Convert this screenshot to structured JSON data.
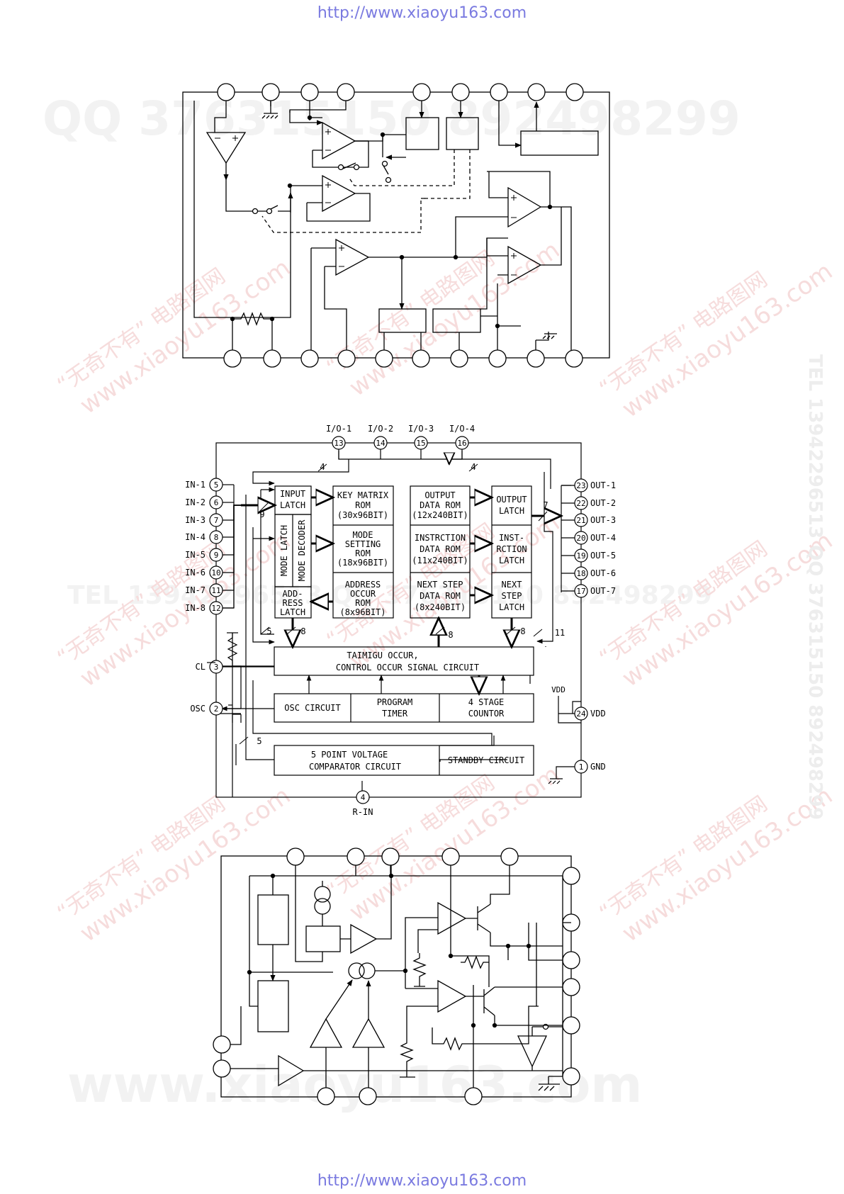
{
  "header": {
    "url": "http://www.xiaoyu163.com"
  },
  "footer": {
    "url": "http://www.xiaoyu163.com"
  },
  "watermarks": {
    "qq_top": "QQ 376315150  892498299",
    "tel_mid": "TEL 13942296513  QQ 376315150  892498299",
    "site_bottom": "www.xiaoyu163.com",
    "red_cn": "“无奇不有” 电路图网",
    "red_url": "www.xiaoyu163.com",
    "side_right": "TEL 13942296513  QQ 376315150  892498299"
  },
  "diagram2": {
    "io": [
      "I/O-1",
      "I/O-2",
      "I/O-3",
      "I/O-4"
    ],
    "io_pins": [
      "13",
      "14",
      "15",
      "16"
    ],
    "inputs": [
      "IN-1",
      "IN-2",
      "IN-3",
      "IN-4",
      "IN-5",
      "IN-6",
      "IN-7",
      "IN-8"
    ],
    "input_pins": [
      "5",
      "6",
      "7",
      "8",
      "9",
      "10",
      "11",
      "12"
    ],
    "outputs": [
      "OUT-1",
      "OUT-2",
      "OUT-3",
      "OUT-4",
      "OUT-5",
      "OUT-6",
      "OUT-7"
    ],
    "output_pins": [
      "23",
      "22",
      "21",
      "20",
      "19",
      "18",
      "17"
    ],
    "cl": {
      "label": "CL",
      "pin": "3"
    },
    "osc": {
      "label": "OSC",
      "pin": "2"
    },
    "vdd": {
      "label": "VDD",
      "pin": "24",
      "supply": "VDD"
    },
    "gnd": {
      "label": "GND",
      "pin": "1"
    },
    "rin": {
      "label": "R-IN",
      "pin": "4"
    },
    "bus": {
      "n4a": "4",
      "n4b": "4",
      "n9": "9",
      "n7": "7",
      "n5a": "5",
      "n8a": "8",
      "n8b": "8",
      "n8c": "8",
      "n11": "11",
      "n5b": "5"
    },
    "blocks": {
      "input_latch": [
        "INPUT",
        "LATCH"
      ],
      "mode_latch": "MODE LATCH",
      "mode_decoder": "MODE DECODER",
      "address_latch": [
        "ADD-",
        "RESS",
        "LATCH"
      ],
      "key_matrix": [
        "KEY MATRIX",
        "ROM",
        "(30x96BIT)"
      ],
      "mode_setting": [
        "MODE",
        "SETTING",
        "ROM",
        "(18x96BIT)"
      ],
      "address_occur": [
        "ADDRESS",
        "OCCUR",
        "ROM",
        "(8x96BIT)"
      ],
      "output_data": [
        "OUTPUT",
        "DATA ROM",
        "(12x240BIT)"
      ],
      "instruction_data": [
        "INSTRCTION",
        "DATA ROM",
        "(11x240BIT)"
      ],
      "next_step_data": [
        "NEXT STEP",
        "DATA ROM",
        "(8x240BIT)"
      ],
      "output_latch": [
        "OUTPUT",
        "LATCH"
      ],
      "instruction_latch": [
        "INST-",
        "RCTION",
        "LATCH"
      ],
      "next_step_latch": [
        "NEXT",
        "STEP",
        "LATCH"
      ],
      "timing": [
        "TAIMIGU OCCUR,",
        "CONTROL OCCUR SIGNAL CIRCUIT"
      ],
      "osc_circuit": "OSC CIRCUIT",
      "program_timer": [
        "PROGRAM",
        "TIMER"
      ],
      "counter": [
        "4 STAGE",
        "COUNTOR"
      ],
      "comparator": [
        "5 POINT VOLTAGE",
        "COMPARATOR CIRCUIT"
      ],
      "standby": "STANDBY CIRCUIT"
    }
  }
}
